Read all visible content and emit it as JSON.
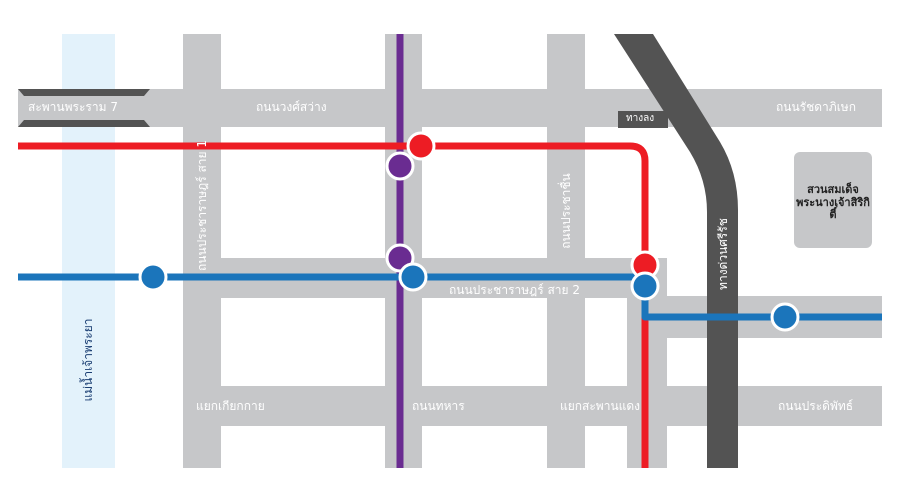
{
  "colors": {
    "road": "#c6c7c9",
    "river": "#e3f2fb",
    "expressway": "#535353",
    "red_line": "#ed1c24",
    "blue_line": "#1b75bb",
    "purple_line": "#6a2c91",
    "park": "#c6c7c9",
    "label": "#ffffff"
  },
  "labels": {
    "bridge": "สะพานพระราม 7",
    "road_wongsawang": "ถนนวงศ์สว่าง",
    "road_ratchadaphisek": "ถนนรัชดาภิเษก",
    "exit": "ทางลง",
    "park_line1": "สวนสมเด็จ",
    "park_line2": "พระนางเจ้าสิริกิติ์",
    "road_pracharat_sai1": "ถนนประชาราษฎร์ สาย 1",
    "road_pracha_chuen": "ถนนประชาชื่น",
    "expressway_sri_rat": "ทางด่วนศรีรัช",
    "road_pracharat_sai2": "ถนนประชาราษฎร์ สาย 2",
    "river": "แม่น้ำเจ้าพระยา",
    "junction_kiak_kai": "แยกเกียกกาย",
    "road_thahan": "ถนนทหาร",
    "junction_saphan_daeng": "แยกสะพานแดง",
    "road_pradiphat": "ถนนประดิพัทธ์"
  },
  "stations": [
    {
      "id": "red-purple-north",
      "line": "red"
    },
    {
      "id": "purple-north",
      "line": "purple"
    },
    {
      "id": "purple-south",
      "line": "purple"
    },
    {
      "id": "blue-west",
      "line": "blue"
    },
    {
      "id": "blue-center",
      "line": "blue"
    },
    {
      "id": "red-east",
      "line": "red"
    },
    {
      "id": "blue-east-junction",
      "line": "blue"
    },
    {
      "id": "blue-east",
      "line": "blue"
    }
  ]
}
